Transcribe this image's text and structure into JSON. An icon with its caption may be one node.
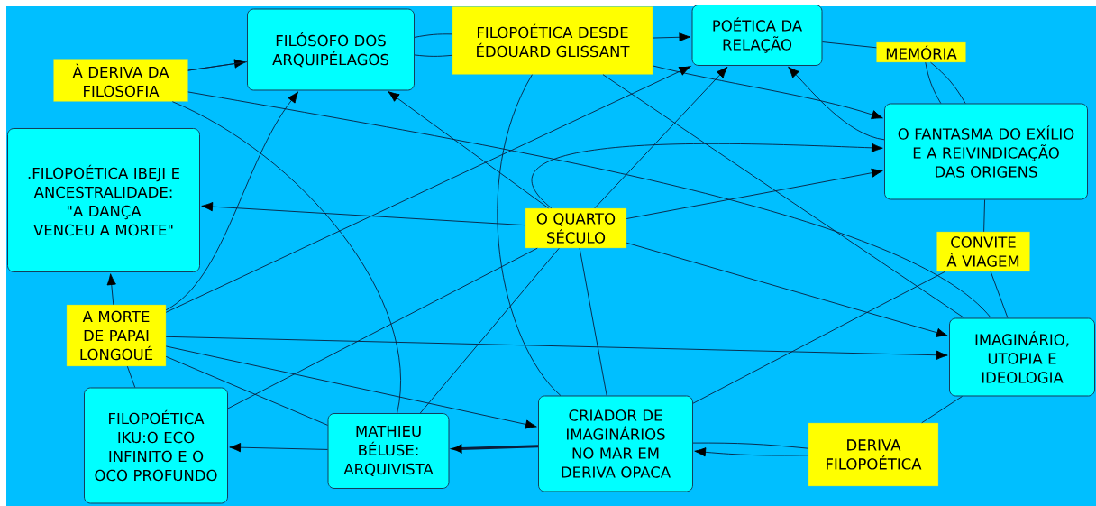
{
  "diagram": {
    "nodes": [
      {
        "text": [
          "FILÓSOFO DOS ARQUIPÉLAGOS"
        ]
      },
      {
        "text": [
          "FILOPOÉTICA DESDE ÉDOUARD GLISSANT"
        ]
      },
      {
        "text": [
          "POÉTICA DA RELAÇÃO"
        ]
      },
      {
        "text": [
          "MEMÓRIA"
        ]
      },
      {
        "text": [
          "À DERIVA DA FILOSOFIA"
        ]
      },
      {
        "text": [
          "O FANTASMA DO EXÍLIO E A REIVINDICAÇÃO DAS ORIGENS"
        ]
      },
      {
        "text": [
          ".FILOPOÉTICA IBEJI E ANCESTRALIDADE: \"A DANÇA VENCEU A MORTE\""
        ]
      },
      {
        "text": [
          "O QUARTO SÉCULO"
        ]
      },
      {
        "text": [
          "CONVITE À VIAGEM"
        ]
      },
      {
        "text": [
          "A MORTE DE PAPAI LONGOUÉ"
        ]
      },
      {
        "text": [
          "IMAGINÁRIO, UTOPIA E IDEOLOGIA"
        ]
      },
      {
        "text": [
          "FILOPOÉTICA IKU:O ECO INFINITO E O OCO PROFUNDO"
        ]
      },
      {
        "text": [
          "MATHIEU BÉLUSE: ARQUIVISTA"
        ]
      },
      {
        "text": [
          "CRIADOR DE IMAGINÁRIOS NO MAR EM DERIVA OPACA"
        ]
      },
      {
        "text": [
          "DERIVA FILOPOÉTICA"
        ]
      }
    ],
    "edges": [
      {
        "from": 4,
        "to": 0,
        "arrow": "to"
      },
      {
        "from": 0,
        "to": 4,
        "arrow": "none"
      },
      {
        "from": 0,
        "to": 1,
        "arrow": "none"
      },
      {
        "from": 0,
        "to": 1,
        "arrow": "none"
      },
      {
        "from": 1,
        "to": 2,
        "arrow": "to"
      },
      {
        "from": 1,
        "to": 5,
        "arrow": "to"
      },
      {
        "from": 2,
        "to": 3,
        "arrow": "none"
      },
      {
        "from": 3,
        "to": 5,
        "arrow": "none"
      },
      {
        "from": 3,
        "to": 5,
        "arrow": "none"
      },
      {
        "from": 5,
        "to": 2,
        "arrow": "to"
      },
      {
        "from": 7,
        "to": 5,
        "arrow": "to"
      },
      {
        "from": 7,
        "to": 5,
        "arrow": "to"
      },
      {
        "from": 7,
        "to": 2,
        "arrow": "to"
      },
      {
        "from": 9,
        "to": 2,
        "arrow": "to"
      },
      {
        "from": 7,
        "to": 0,
        "arrow": "to"
      },
      {
        "from": 7,
        "to": 6,
        "arrow": "to"
      },
      {
        "from": 9,
        "to": 6,
        "arrow": "to"
      },
      {
        "from": 9,
        "to": 0,
        "arrow": "to"
      },
      {
        "from": 11,
        "to": 7,
        "arrow": "none"
      },
      {
        "from": 12,
        "to": 7,
        "arrow": "none"
      },
      {
        "from": 1,
        "to": 13,
        "arrow": "none"
      },
      {
        "from": 7,
        "to": 13,
        "arrow": "none"
      },
      {
        "from": 1,
        "to": 10,
        "arrow": "none"
      },
      {
        "from": 7,
        "to": 10,
        "arrow": "to"
      },
      {
        "from": 9,
        "to": 10,
        "arrow": "to"
      },
      {
        "from": 9,
        "to": 13,
        "arrow": "to"
      },
      {
        "from": 9,
        "to": 12,
        "arrow": "none"
      },
      {
        "from": 9,
        "to": 11,
        "arrow": "none"
      },
      {
        "from": 12,
        "to": 11,
        "arrow": "to"
      },
      {
        "from": 13,
        "to": 12,
        "arrow": "to",
        "style": "thick"
      },
      {
        "from": 14,
        "to": 13,
        "arrow": "to"
      },
      {
        "from": 13,
        "to": 14,
        "arrow": "none"
      },
      {
        "from": 10,
        "to": 14,
        "arrow": "none"
      },
      {
        "from": 13,
        "to": 8,
        "arrow": "none"
      },
      {
        "from": 8,
        "to": 10,
        "arrow": "none"
      },
      {
        "from": 5,
        "to": 8,
        "arrow": "none"
      },
      {
        "from": 4,
        "to": 12,
        "arrow": "none"
      },
      {
        "from": 4,
        "to": 10,
        "arrow": "none"
      }
    ]
  }
}
